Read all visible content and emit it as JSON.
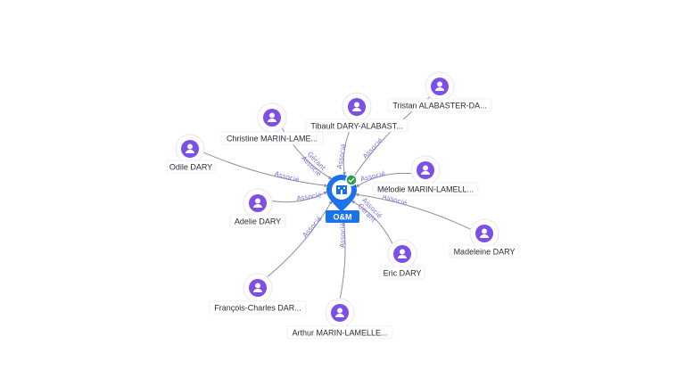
{
  "company": {
    "name": "O&M",
    "icon": "building-icon",
    "verified_icon": "check-badge-icon",
    "color": "#1a73e8"
  },
  "colors": {
    "avatar": "#7b4fe8",
    "edge": "#8e8ea0",
    "edge_label": "#7a6fe0"
  },
  "people": [
    {
      "name": "Odile DARY",
      "roles": [
        "Associé"
      ]
    },
    {
      "name": "Christine MARIN-LAME...",
      "roles": [
        "Gérant",
        "Associé"
      ]
    },
    {
      "name": "Tibault DARY-ALABAST...",
      "roles": [
        "Associé"
      ]
    },
    {
      "name": "Tristan ALABASTER-DA...",
      "roles": [
        "Associé"
      ]
    },
    {
      "name": "Mélodie MARIN-LAMELL...",
      "roles": [
        "Associé"
      ]
    },
    {
      "name": "Madeleine DARY",
      "roles": [
        "Associé"
      ]
    },
    {
      "name": "Eric DARY",
      "roles": [
        "Gérant",
        "Associé"
      ]
    },
    {
      "name": "Arthur MARIN-LAMELLE...",
      "roles": [
        "Associé"
      ]
    },
    {
      "name": "François-Charles DAR...",
      "roles": [
        "Associé"
      ]
    },
    {
      "name": "Adelie DARY",
      "roles": [
        "Associé"
      ]
    }
  ]
}
